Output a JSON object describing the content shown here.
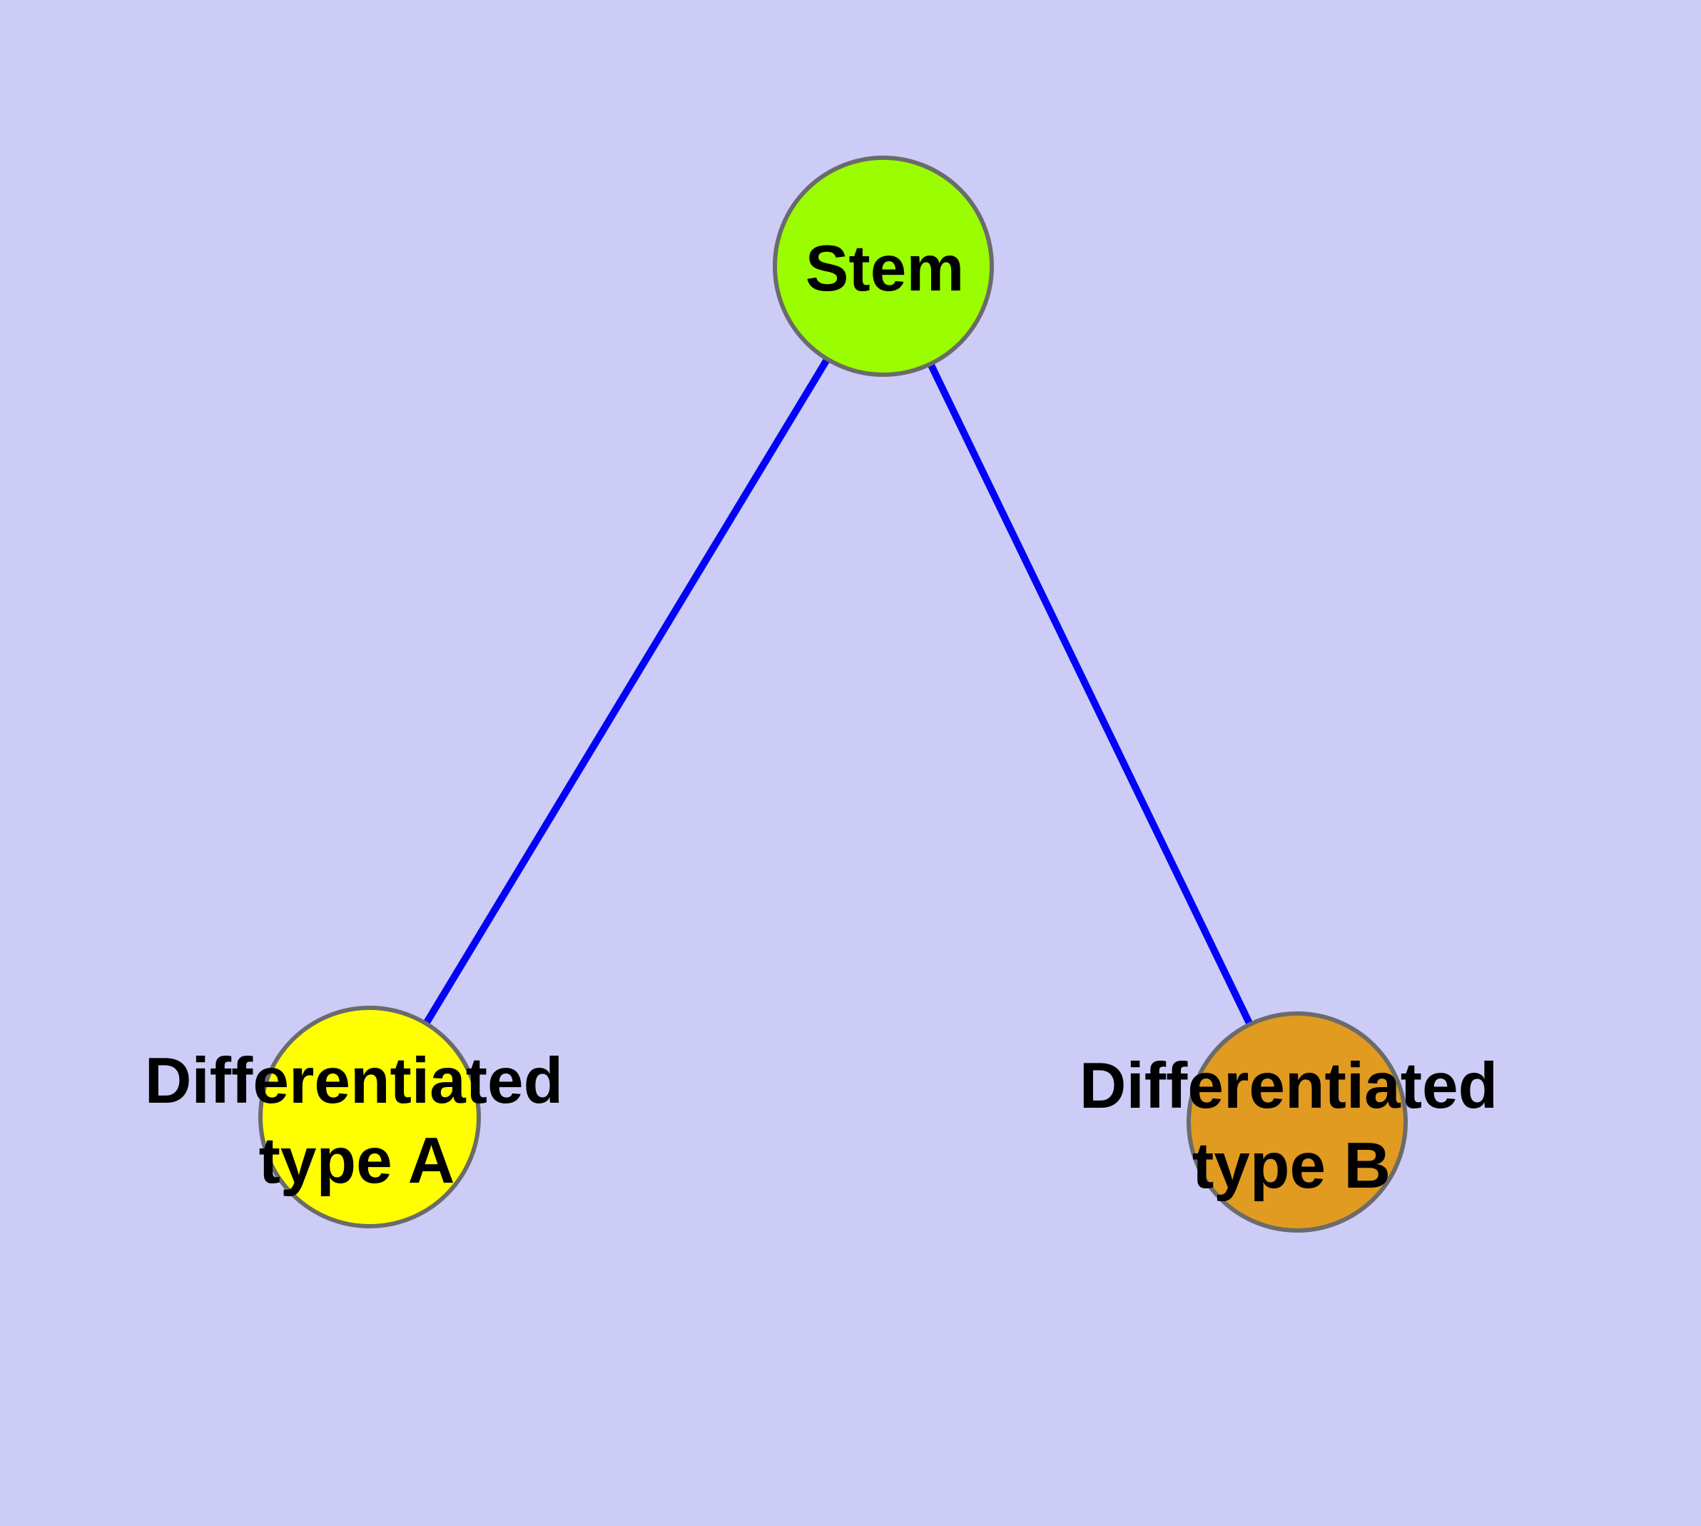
{
  "diagram": {
    "title": "Stem cell differentiation diagram",
    "background_color": "#CCCCF6",
    "edge_color": "#0202F8",
    "node_border_color": "#6B6B6B",
    "label_color": "#000000",
    "nodes": [
      {
        "id": "stem",
        "label": "Stem",
        "label_lines": [
          "Stem"
        ],
        "fill": "#9AFE00"
      },
      {
        "id": "differentiated-type-a",
        "label": "Differentiated type A",
        "label_lines": [
          "Differentiated",
          "type A"
        ],
        "fill": "#FFFF00"
      },
      {
        "id": "differentiated-type-b",
        "label": "Differentiated type B",
        "label_lines": [
          "Differentiated",
          "type B"
        ],
        "fill": "#E09B20"
      }
    ],
    "edges": [
      {
        "from": "stem",
        "to": "differentiated-type-a"
      },
      {
        "from": "stem",
        "to": "differentiated-type-b"
      }
    ]
  }
}
